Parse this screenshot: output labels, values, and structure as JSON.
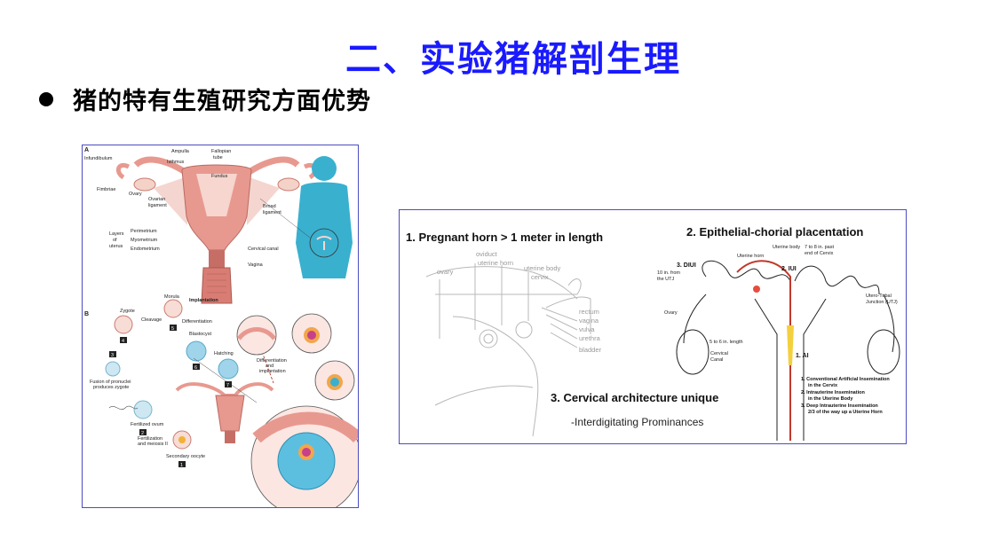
{
  "slide": {
    "title": "二、实验猪解剖生理",
    "bullet": "猪的特有生殖研究方面优势"
  },
  "colors": {
    "title": "#1a1aff",
    "frame": "#4c4cc0",
    "tissue": "#e8998f",
    "silhouette": "#3ab0cf"
  },
  "left_figure": {
    "panel_a": {
      "letter": "A",
      "labels": {
        "ampulla": "Ampulla",
        "fallopian": "Fallopian",
        "tube": "tube",
        "infundibulum": "Infundibulum",
        "isthmus": "Isthmus",
        "fundus": "Fundus",
        "fimbriae": "Fimbriae",
        "ovary": "Ovary",
        "ovarian": "Ovarian",
        "ligament": "ligament",
        "broad": "Broad",
        "broad_ligament": "ligament",
        "layers": "Layers",
        "of": "of",
        "uterus": "uterus",
        "perimetrium": "Perimetrium",
        "myometrium": "Myometrium",
        "endometrium": "Endometrium",
        "cervical_canal": "Cervical canal",
        "vagina": "Vagina"
      }
    },
    "panel_b": {
      "letter": "B",
      "labels": {
        "morula": "Morula",
        "implantation": "Implantation",
        "zygote": "Zygote",
        "cleavage": "Cleavage",
        "differentiation": "Differentiation",
        "blastocyst": "Blastocyst",
        "hatching": "Hatching",
        "diff_impl_1": "Differentiation",
        "diff_impl_2": "and",
        "diff_impl_3": "implantation",
        "fusion_1": "Fusion of pronuclei",
        "fusion_2": "produces zygote",
        "fertilized": "Fertilized ovum",
        "fertilization_1": "Fertilization",
        "fertilization_2": "and meiosis II",
        "secondary": "Secondary oocyte"
      },
      "steps": [
        "1",
        "2",
        "3",
        "4",
        "5",
        "6",
        "7"
      ]
    }
  },
  "right_figure": {
    "point1": "1.  Pregnant horn > 1 meter in length",
    "point2": "2.  Epithelial-chorial placentation",
    "point3": "3.  Cervical architecture unique",
    "point3_sub": "-Interdigitating Prominances",
    "sketch_labels": {
      "oviduct": "oviduct",
      "uterine_horn": "uterine horn",
      "uterine_body": "uterine body",
      "ovary": "ovary",
      "cervix": "cervix",
      "rectum": "rectum",
      "vagina": "vagina",
      "vulva": "vulva",
      "urethra": "urethra",
      "bladder": "bladder"
    },
    "tract_labels": {
      "uterine_horn": "Uterine horn",
      "uterine_body": "Uterine body",
      "past_cervix_1": "7 to 8 in. past",
      "past_cervix_2": "end of Cervix",
      "diui": "3. DIUI",
      "iui": "2. IUI",
      "from_utj_1": "10 in. from",
      "from_utj_2": "the UTJ",
      "utj_1": "Utero-Tubal",
      "utj_2": "Junction (UTJ)",
      "ovary": "Ovary",
      "length": "5 to 6 in. length",
      "cervical": "Cervical",
      "canal": "Canal",
      "ai": "1. AI"
    },
    "legend": [
      "1.  Conventional Artificial Insemination",
      "in the Cervix",
      "2.  Intrauterine Insemination",
      "in the Uterine Body",
      "3.  Deep Intrauterine Insemination",
      "2/3 of the way up a Uterine Horn"
    ]
  }
}
